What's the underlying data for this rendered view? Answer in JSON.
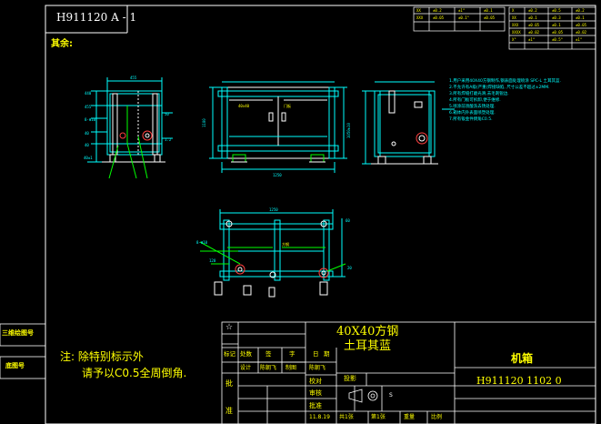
{
  "drawing": {
    "code_box": "H911120 A - 1",
    "label_other": "其余:",
    "note": {
      "line1": "注: 除特别标示外",
      "line2": "请予以C0.5全周倒角."
    },
    "left_labels": [
      "三维绘图号",
      "底图号"
    ],
    "title_block": {
      "title_line1": "40X40方钢",
      "title_line2": "土耳其蓝",
      "part_name": "机箱",
      "drawing_no": "H911120  1102  0",
      "rev_headers": [
        "标记",
        "处数",
        "签",
        "字",
        "日",
        "期"
      ],
      "row_design": [
        "设计",
        "陈朝飞",
        "制图",
        "陈朝飞"
      ],
      "row_check": "校对",
      "row_review": "审核",
      "row_approve": "批准",
      "date": "11.8.19",
      "left_marks": [
        "批",
        "准"
      ],
      "star": "☆",
      "projection_label": "投影",
      "proj_s": "S",
      "sheet_labels": [
        "共1张",
        "第1张",
        "重量",
        "比例"
      ]
    },
    "tech_notes": [
      "1.用户采用40X40方钢制作,钢表面处理喷涂 SPC-L 土耳其蓝.",
      "2.不允许有A级(严重)焊接缺陷, 尺寸公差不超过±2MM.",
      "3.所有焊缝打磨光滑,去毛刺锐边.",
      "4.所有门板可拆卸,便于维修.",
      "5.喷涂前须酸洗去锈处理.",
      "6.箱体内外表面喷塑处理.",
      "7.所有钣金件倒角C0.5."
    ],
    "dims": [
      "440",
      "455",
      "1250",
      "1100",
      "1050",
      "720",
      "40",
      "1250"
    ]
  }
}
